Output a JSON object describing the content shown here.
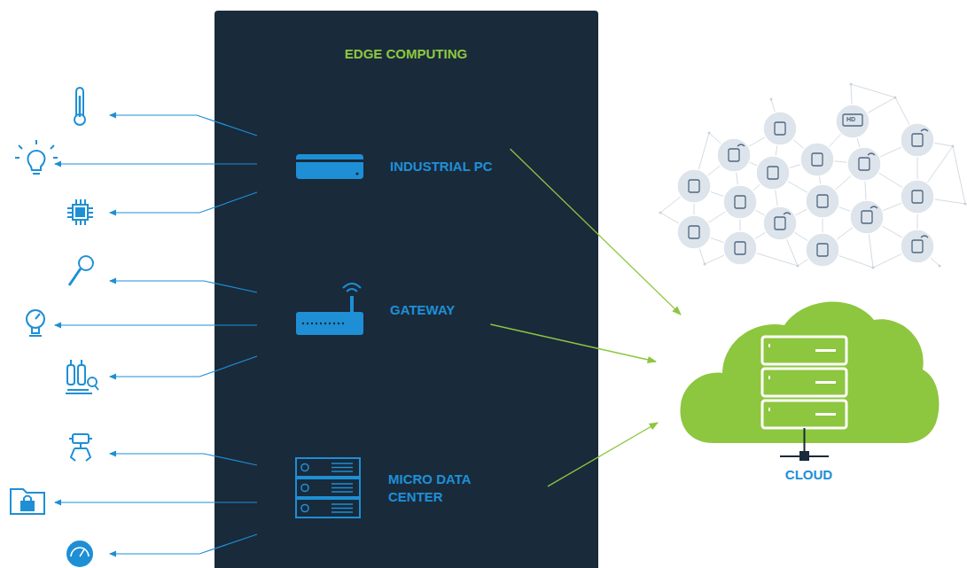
{
  "diagram": {
    "nodes": [
      {
        "text": [
          "EDGE COMPUTING"
        ]
      },
      {
        "text": [
          "INDUSTRIAL PC"
        ],
        "in": 0
      },
      {
        "text": [
          "GATEWAY"
        ],
        "in": 0
      },
      {
        "text": [
          "MICRO DATA CENTER"
        ],
        "in": 0
      },
      {
        "text": [
          "CLOUD"
        ]
      }
    ],
    "edges": [
      {
        "from": 1,
        "to": 4,
        "arrow": "to"
      },
      {
        "from": 2,
        "to": 4,
        "arrow": "to"
      },
      {
        "from": 3,
        "to": 4,
        "arrow": "to"
      }
    ],
    "labels": [
      "HD"
    ]
  }
}
